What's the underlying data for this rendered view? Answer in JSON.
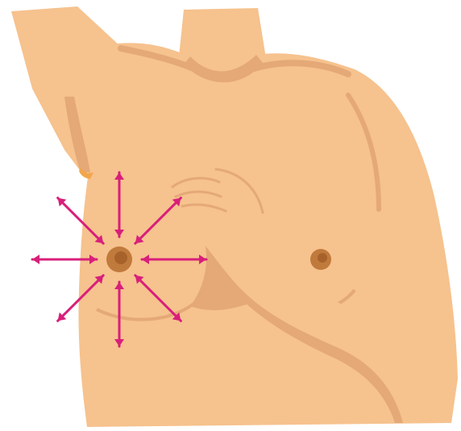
{
  "colors": {
    "background": "#ffffff",
    "skin": "#f6c28e",
    "skin_shade": "#e4a977",
    "skin_deep_shade": "#d79b66",
    "armpit_accent": "#f2a64a",
    "nipple": "#c07a3c",
    "nipple_inner": "#a7622b",
    "arrow": "#d81f7a"
  },
  "arrows": {
    "count": 8,
    "directions": [
      "up",
      "up-right",
      "right",
      "down-right",
      "down",
      "down-left",
      "left",
      "up-left"
    ]
  },
  "icons": {
    "illustration": "breast-self-exam-icon"
  }
}
